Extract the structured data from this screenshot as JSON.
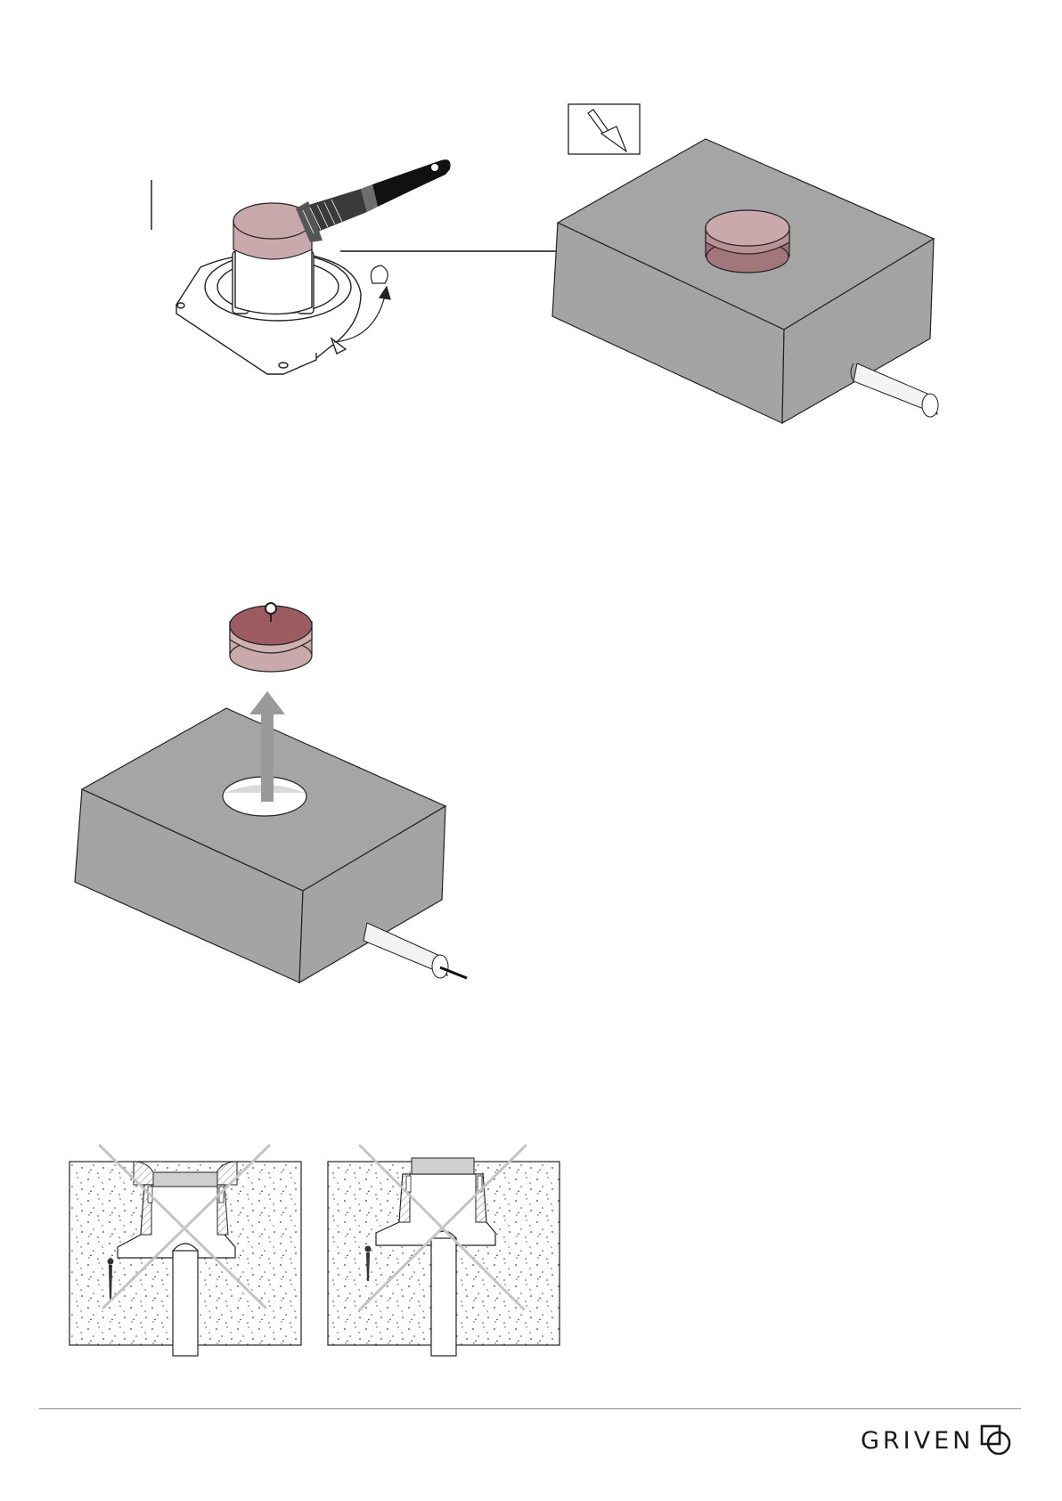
{
  "brand": {
    "name": "GRIVEN",
    "logo_icon": "overlapping-square-circle-logo"
  },
  "illustrations": [
    {
      "step": "apply-sealant-to-cap",
      "icons": [
        "paintbrush-icon",
        "trowel-icon"
      ]
    },
    {
      "step": "remove-cap-from-concrete-block",
      "icons": [
        "up-arrow-icon"
      ]
    },
    {
      "step": "incorrect-installation-examples",
      "icons": [
        "cross-out-icon"
      ]
    }
  ],
  "colors": {
    "concrete": "#a5a4a5",
    "cap_light": "#c9a9ab",
    "cap_dark": "#9d5a5f",
    "outline": "#222222"
  }
}
